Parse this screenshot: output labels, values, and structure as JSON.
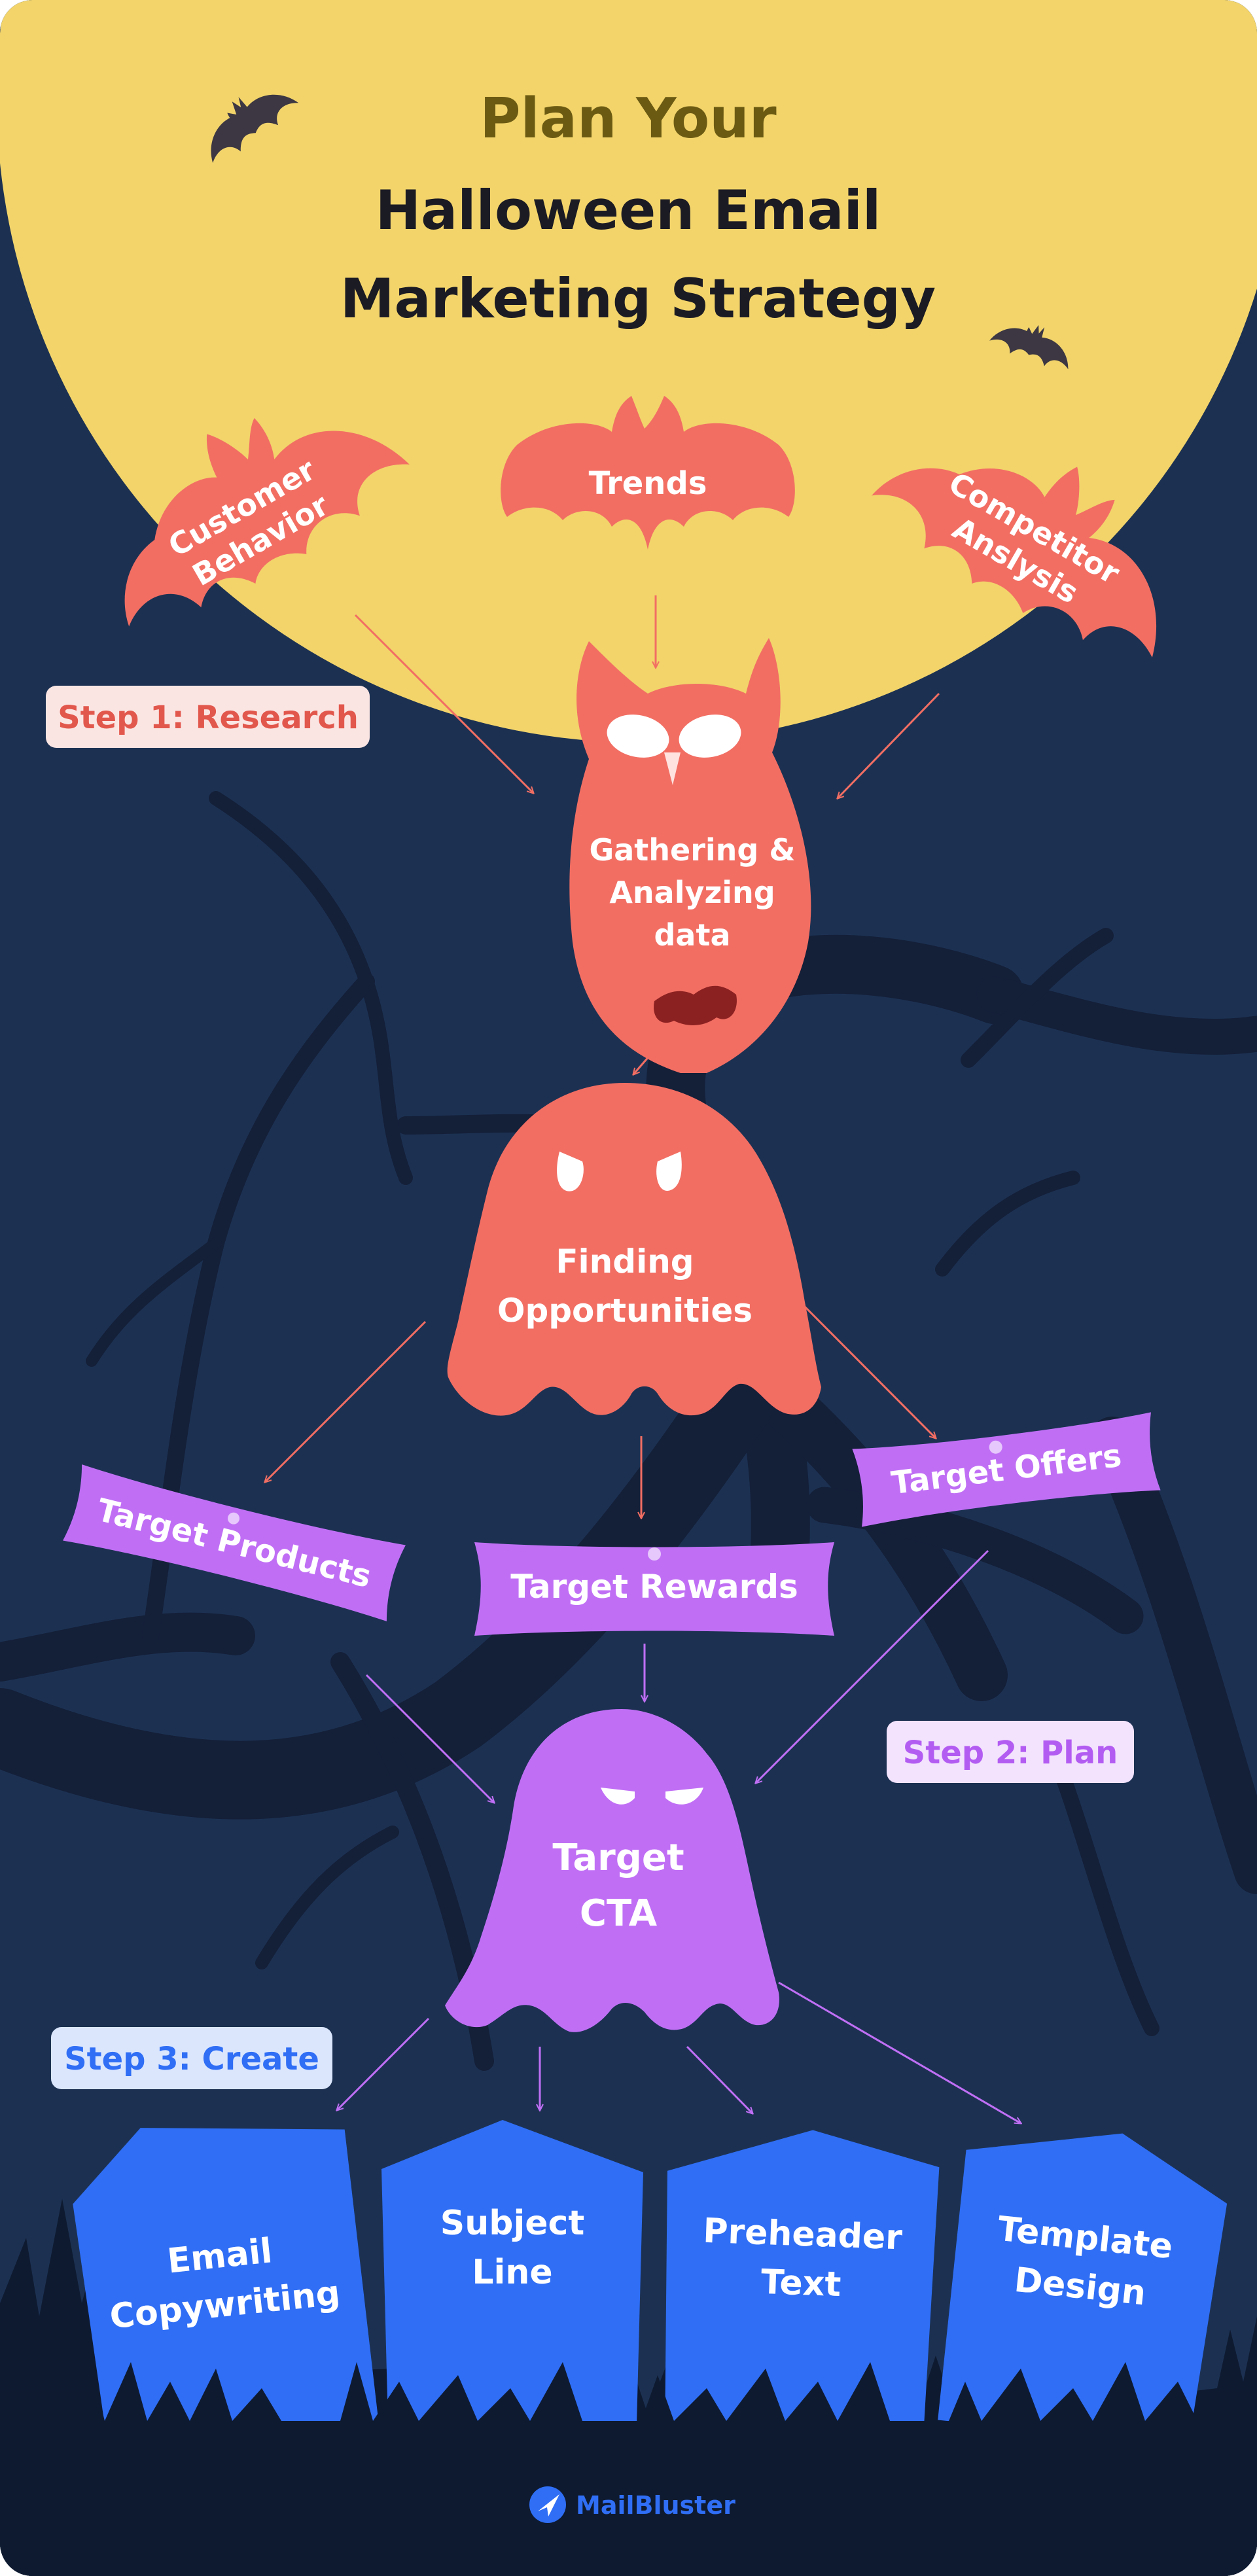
{
  "title": {
    "line1": "Plan Your",
    "line2": "Halloween Email",
    "line3": "Marketing Strategy"
  },
  "research": {
    "step_label": "Step 1: Research",
    "bats": {
      "left": [
        "Customer",
        "Behavior"
      ],
      "center": "Trends",
      "right": [
        "Competitor",
        "Anslysis"
      ]
    },
    "owl": [
      "Gathering &",
      "Analyzing",
      "data"
    ],
    "ghost": [
      "Finding",
      "Opportunities"
    ]
  },
  "plan": {
    "step_label": "Step 2: Plan",
    "targets": {
      "products": "Target Products",
      "rewards": "Target Rewards",
      "offers": "Target Offers"
    },
    "cta": [
      "Target",
      "CTA"
    ]
  },
  "create": {
    "step_label": "Step 3: Create",
    "tombstones": [
      [
        "Email",
        "Copywriting"
      ],
      [
        "Subject",
        "Line"
      ],
      [
        "Preheader",
        "Text"
      ],
      [
        "Template",
        "Design"
      ]
    ]
  },
  "brand": {
    "name": "MailBluster"
  },
  "colors": {
    "background": "#1c3152",
    "moon": "#f2d46b",
    "coral": "#f26e63",
    "purple": "#c06ff5",
    "blue": "#2f6ef5",
    "ground": "#0e1a30",
    "tree": "#141f38"
  }
}
